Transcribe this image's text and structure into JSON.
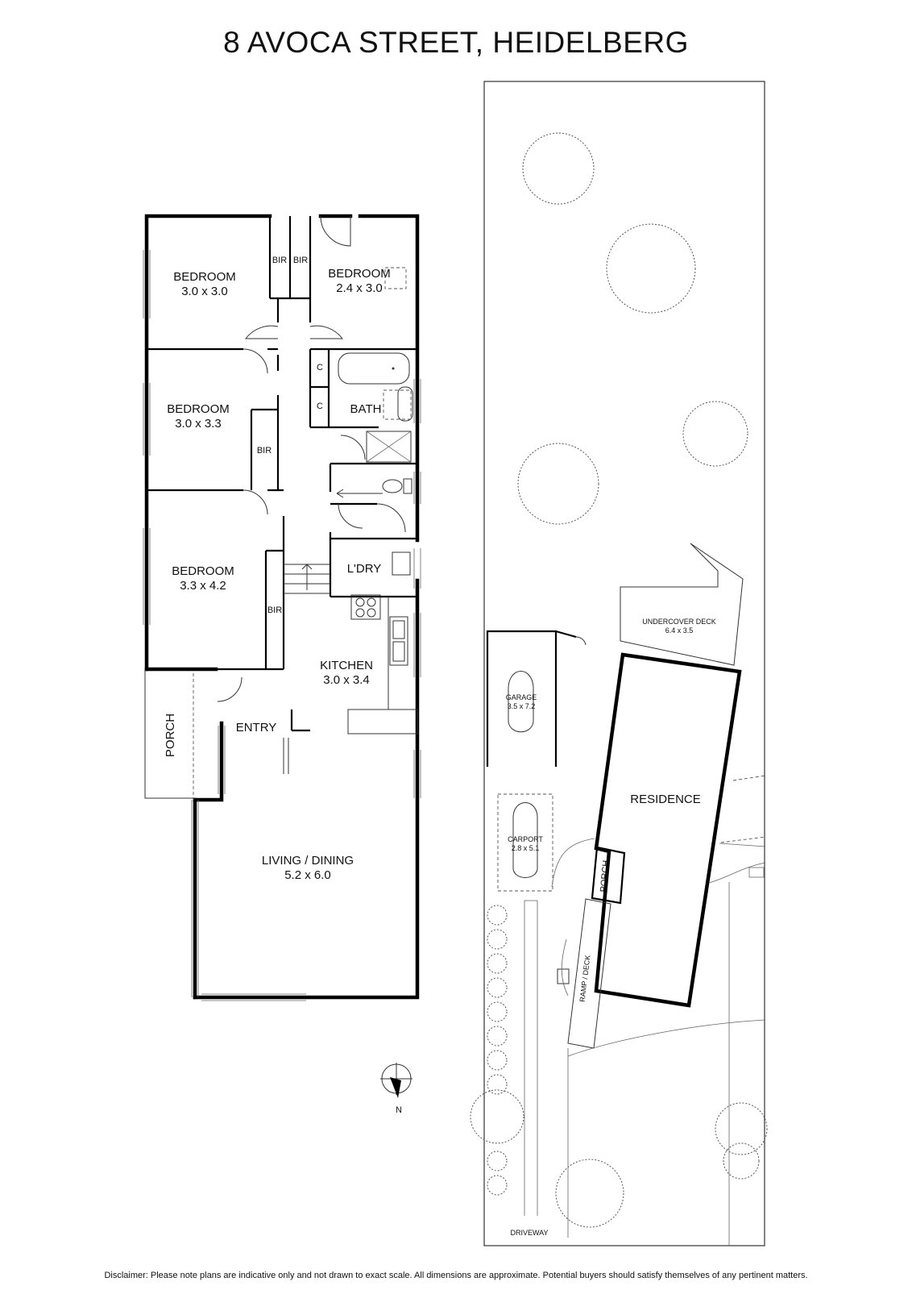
{
  "title": "8 AVOCA STREET, HEIDELBERG",
  "disclaimer": "Disclaimer: Please note plans are indicative only and not drawn to exact scale. All dimensions are approximate. Potential buyers should satisfy themselves of any pertinent matters.",
  "floor_plan": {
    "rooms": [
      {
        "name": "BEDROOM",
        "size": "3.0 x 3.0"
      },
      {
        "name": "BEDROOM",
        "size": "2.4 x 3.0"
      },
      {
        "name": "BEDROOM",
        "size": "3.0 x 3.3"
      },
      {
        "name": "BEDROOM",
        "size": "3.3 x 4.2"
      },
      {
        "name": "KITCHEN",
        "size": "3.0 x 3.4"
      },
      {
        "name": "LIVING / DINING",
        "size": "5.2 x 6.0"
      }
    ],
    "labels": {
      "bir": "BIR",
      "cupboard": "C",
      "bath": "BATH",
      "laundry": "L'DRY",
      "entry": "ENTRY",
      "porch": "PORCH"
    },
    "north": "N"
  },
  "site_plan": {
    "residence": "RESIDENCE",
    "undercover_deck": {
      "name": "UNDERCOVER DECK",
      "size": "6.4 x 3.5"
    },
    "garage": {
      "name": "GARAGE",
      "size": "3.5 x 7.2"
    },
    "carport": {
      "name": "CARPORT",
      "size": "2.8 x 5.1"
    },
    "porch": "PORCH",
    "ramp": "RAMP / DECK",
    "driveway": "DRIVEWAY"
  }
}
